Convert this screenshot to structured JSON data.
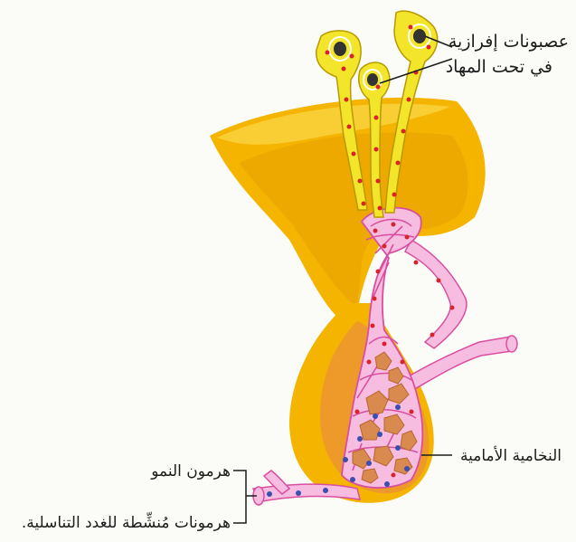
{
  "labels": {
    "neurosecretory_line1": "عصبونات إفرازية",
    "neurosecretory_line2": "في تحت المهاد",
    "anterior_pituitary": "النخامية الأمامية",
    "growth_hormone": "هرمون النمو",
    "gonadotropic_hormones": "هرمونات مُنشِّطة للغدد التناسلية."
  },
  "colors": {
    "gland_yellow": "#f4b400",
    "gland_light": "#f9cf3a",
    "gland_dark": "#e39a00",
    "neuron_yellow": "#f3e62a",
    "neuron_outline": "#b89a00",
    "vessel_pink": "#f7bde0",
    "vessel_outline": "#d94fa0",
    "red_dot": "#d8232a",
    "blue_dot": "#3a4fb0",
    "cell_brown": "#d98a4e",
    "line": "#1c1c1c"
  }
}
